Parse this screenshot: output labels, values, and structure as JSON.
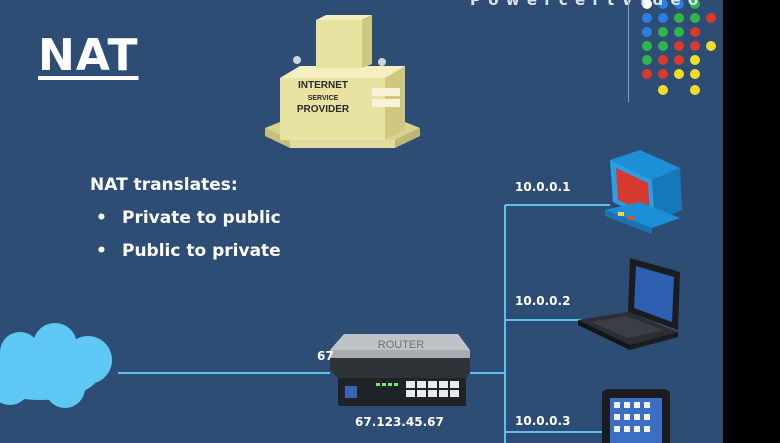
{
  "slide": {
    "title": "NAT",
    "subtitle": "NAT translates:",
    "bullets": [
      "Private to public",
      "Public to private"
    ],
    "top_cut_text": "P o w e r c e r t   V i d e o"
  },
  "isp": {
    "line1": "INTERNET",
    "line2": "SERVICE",
    "line3": "PROVIDER"
  },
  "router": {
    "label": "ROUTER",
    "public_ip": "67.123.45.67",
    "left_partial": "67"
  },
  "devices": [
    {
      "name": "desktop",
      "ip": "10.0.0.1"
    },
    {
      "name": "laptop",
      "ip": "10.0.0.2"
    },
    {
      "name": "tablet",
      "ip": "10.0.0.3"
    }
  ],
  "colors": {
    "background": "#2e4d74",
    "wire": "#5ec0f0",
    "isp": "#e8e3a0"
  }
}
